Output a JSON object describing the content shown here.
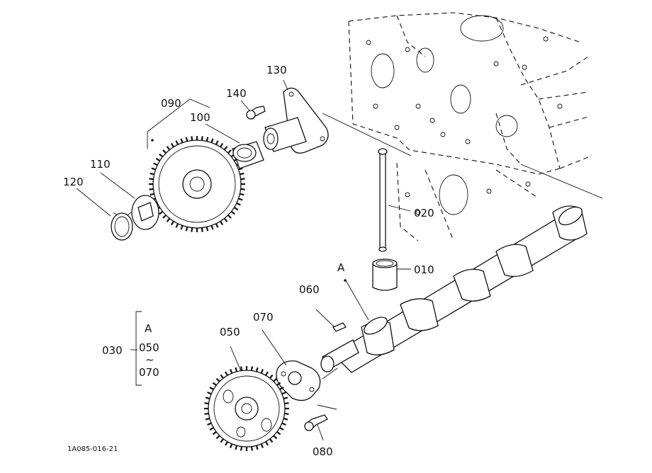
{
  "labels": {
    "p010": "010",
    "p020": "020",
    "p030": "030",
    "p050": "050",
    "p060": "060",
    "p070": "070",
    "p080": "080",
    "p090": "090",
    "p100": "100",
    "p110": "110",
    "p120": "120",
    "p130": "130",
    "p140": "140",
    "callout_a": "A",
    "group_a": "A",
    "group_050": "050",
    "group_tilde": "~",
    "group_070": "070"
  },
  "drawing_ref": "1A085-016-21"
}
